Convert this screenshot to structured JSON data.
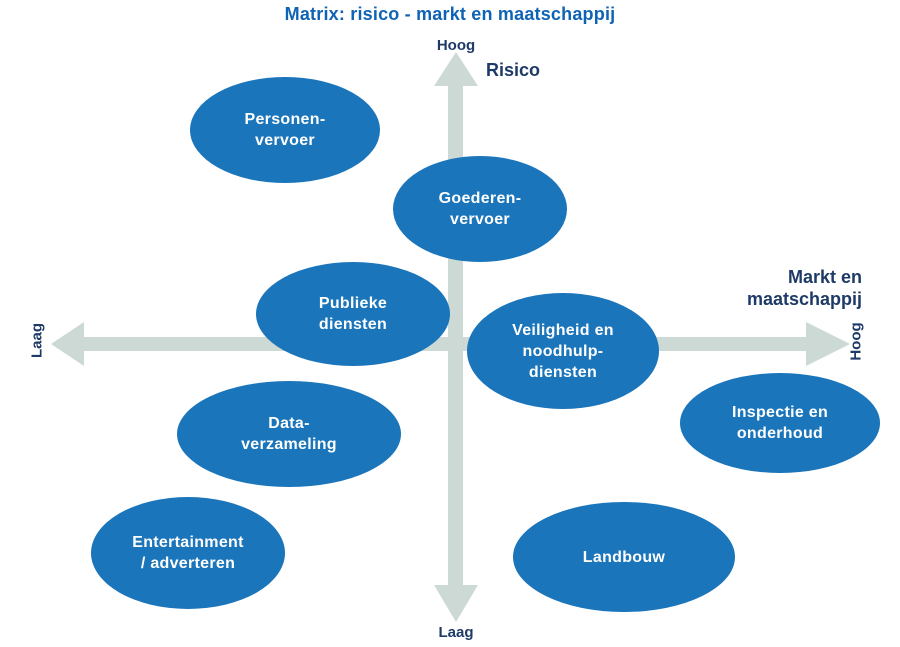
{
  "title": "Matrix: risico - markt en maatschappij",
  "colors": {
    "bubble_blue": "#1b75bb",
    "title_blue": "#0f63b5",
    "axis_navy": "#1e3a66",
    "arrow_gray": "#cdd9d4"
  },
  "axes": {
    "vertical": {
      "name": "Risico",
      "top_label": "Hoog",
      "bottom_label": "Laag"
    },
    "horizontal": {
      "name": "Markt en\nmaatschappij",
      "left_label": "Laag",
      "right_label": "Hoog"
    }
  },
  "bubbles": {
    "personenvervoer": {
      "label": "Personen-\nvervoer"
    },
    "goederenvervoer": {
      "label": "Goederen-\nvervoer"
    },
    "publieke_diensten": {
      "label": "Publieke\ndiensten"
    },
    "veiligheid": {
      "label": "Veiligheid en\nnoodhulp-\ndiensten"
    },
    "inspectie": {
      "label": "Inspectie en\nonderhoud"
    },
    "dataverzameling": {
      "label": "Data-\nverzameling"
    },
    "entertainment": {
      "label": "Entertainment\n/ adverteren"
    },
    "landbouw": {
      "label": "Landbouw"
    }
  }
}
